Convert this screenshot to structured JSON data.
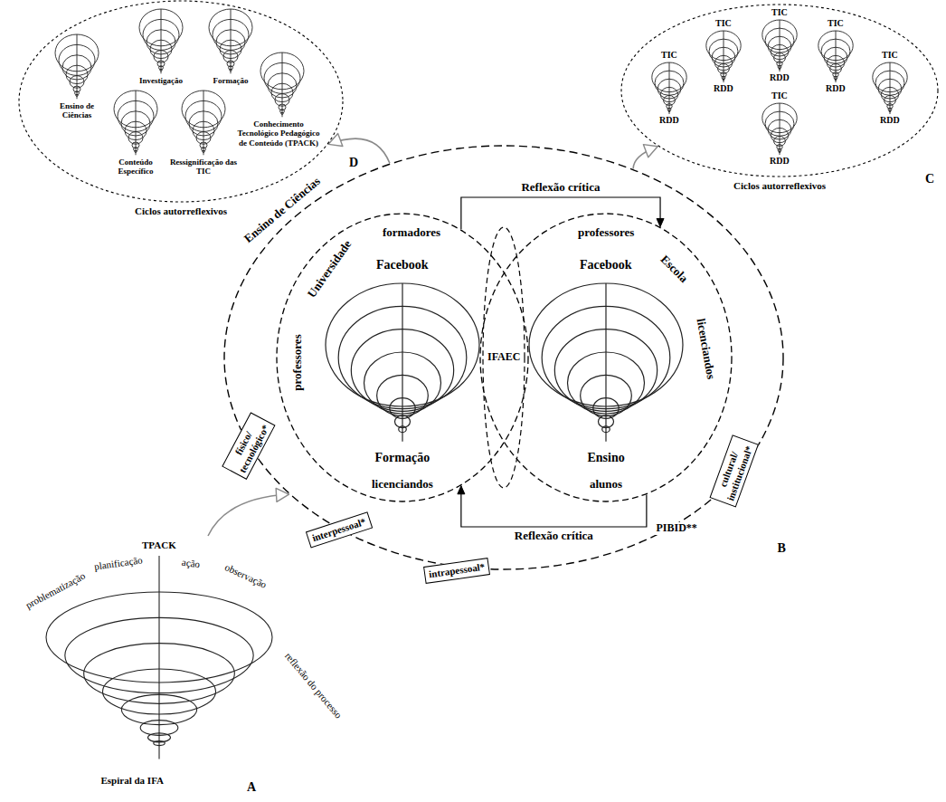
{
  "diagram": {
    "nodes": [
      {
        "text": [
          "Ciclos autorreflexivos"
        ]
      },
      {
        "text": [
          "Ensino de Ciências"
        ],
        "in": 0
      },
      {
        "text": [
          "Investigação"
        ],
        "in": 0
      },
      {
        "text": [
          "Formação"
        ],
        "in": 0
      },
      {
        "text": [
          "Conteúdo Específico"
        ],
        "in": 0
      },
      {
        "text": [
          "Ressignificação das TIC"
        ],
        "in": 0
      },
      {
        "text": [
          "Conhecimento Tecnológico Pedagógico de Conteúdo (TPACK)"
        ],
        "in": 0
      },
      {
        "text": [
          "Ciclos autorreflexivos"
        ]
      },
      {
        "text": [
          "TIC",
          "RDD"
        ],
        "in": 7
      },
      {
        "text": [
          "TIC",
          "RDD"
        ],
        "in": 7
      },
      {
        "text": [
          "TIC",
          "RDD"
        ],
        "in": 7
      },
      {
        "text": [
          "TIC",
          "RDD"
        ],
        "in": 7
      },
      {
        "text": [
          "TIC",
          "RDD"
        ],
        "in": 7
      },
      {
        "text": [
          "TIC",
          "RDD"
        ],
        "in": 7
      },
      {
        "text": [
          "Ensino de Ciências",
          "PIBID**"
        ]
      },
      {
        "text": [
          "Universidade",
          "formadores",
          "Facebook",
          "professores",
          "Formação",
          "licenciandos"
        ],
        "in": 14
      },
      {
        "text": [
          "Escola",
          "professores",
          "Facebook",
          "licenciandos",
          "Ensino",
          "alunos"
        ],
        "in": 14
      },
      {
        "text": [
          "IFAEC"
        ],
        "in": 14
      },
      {
        "text": [
          "físico/ tecnológico*"
        ],
        "in": 14
      },
      {
        "text": [
          "interpessoal*"
        ],
        "in": 14
      },
      {
        "text": [
          "intrapessoal*"
        ],
        "in": 14
      },
      {
        "text": [
          "cultural/ institucional*"
        ],
        "in": 14
      },
      {
        "text": [
          "TPACK",
          "problematização",
          "planificação",
          "ação",
          "observação",
          "reflexão do processo",
          "Espiral da IFA"
        ]
      }
    ],
    "edges": [
      {
        "from": 22,
        "to": 14,
        "arrow": "to"
      },
      {
        "from": 14,
        "to": 0,
        "arrow": "to"
      },
      {
        "from": 14,
        "to": 7,
        "arrow": "to"
      },
      {
        "from": 15,
        "to": 16,
        "label": "Reflexão crítica",
        "arrow": "to"
      },
      {
        "from": 16,
        "to": 15,
        "label": "Reflexão crítica",
        "arrow": "to"
      }
    ],
    "labels": [
      "D",
      "C",
      "B",
      "A"
    ]
  }
}
